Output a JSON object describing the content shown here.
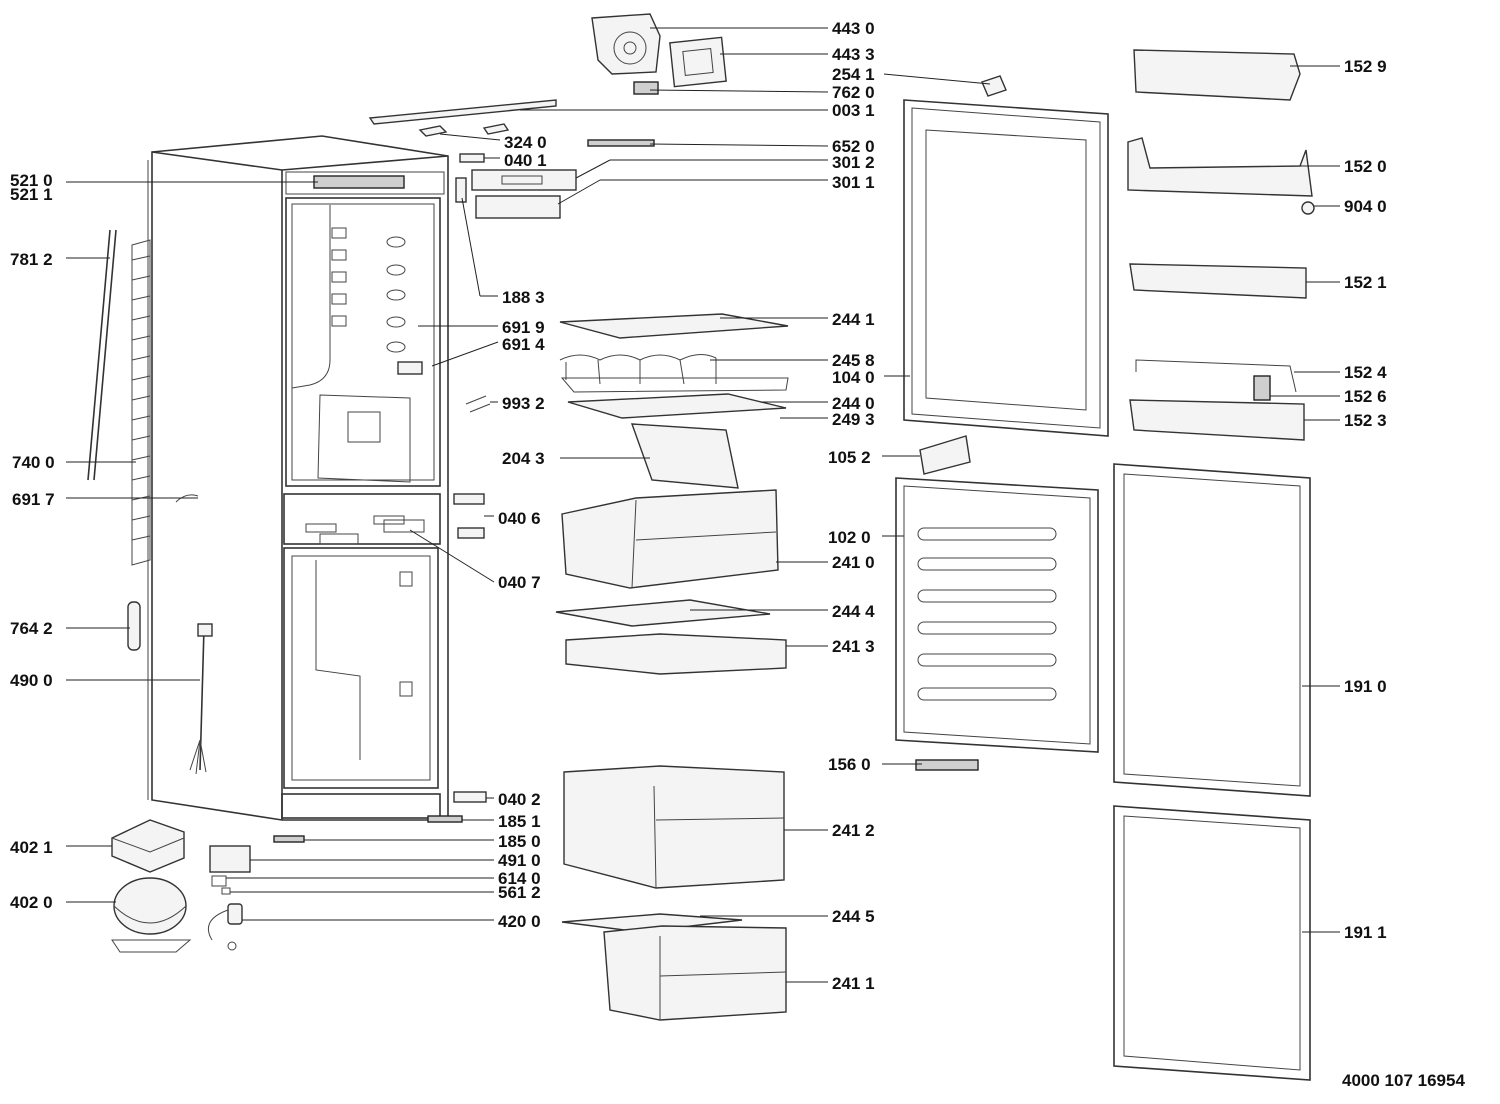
{
  "document_number": "4000 107 16954",
  "callouts": [
    {
      "id": "c4430",
      "text": "443 0"
    },
    {
      "id": "c4433",
      "text": "443 3"
    },
    {
      "id": "c2541",
      "text": "254 1"
    },
    {
      "id": "c7620",
      "text": "762 0"
    },
    {
      "id": "c0031",
      "text": "003 1"
    },
    {
      "id": "c3240",
      "text": "324 0"
    },
    {
      "id": "c6520",
      "text": "652 0"
    },
    {
      "id": "c0401",
      "text": "040 1"
    },
    {
      "id": "c3012",
      "text": "301 2"
    },
    {
      "id": "c3011",
      "text": "301 1"
    },
    {
      "id": "c5210",
      "text": "521 0"
    },
    {
      "id": "c5211",
      "text": "521 1"
    },
    {
      "id": "c7812",
      "text": "781 2"
    },
    {
      "id": "c1883",
      "text": "188 3"
    },
    {
      "id": "c6919",
      "text": "691 9"
    },
    {
      "id": "c6914",
      "text": "691 4"
    },
    {
      "id": "c2441",
      "text": "244 1"
    },
    {
      "id": "c2458",
      "text": "245 8"
    },
    {
      "id": "c1040",
      "text": "104 0"
    },
    {
      "id": "c9932",
      "text": "993 2"
    },
    {
      "id": "c2440",
      "text": "244 0"
    },
    {
      "id": "c2493",
      "text": "249 3"
    },
    {
      "id": "c7400",
      "text": "740 0"
    },
    {
      "id": "c2043",
      "text": "204 3"
    },
    {
      "id": "c1052",
      "text": "105 2"
    },
    {
      "id": "c6917",
      "text": "691 7"
    },
    {
      "id": "c0406",
      "text": "040 6"
    },
    {
      "id": "c1020",
      "text": "102 0"
    },
    {
      "id": "c2410",
      "text": "241 0"
    },
    {
      "id": "c0407",
      "text": "040 7"
    },
    {
      "id": "c2444",
      "text": "244 4"
    },
    {
      "id": "c7642",
      "text": "764 2"
    },
    {
      "id": "c2413",
      "text": "241 3"
    },
    {
      "id": "c4900",
      "text": "490 0"
    },
    {
      "id": "c1560",
      "text": "156 0"
    },
    {
      "id": "c0402",
      "text": "040 2"
    },
    {
      "id": "c1851",
      "text": "185 1"
    },
    {
      "id": "c2412",
      "text": "241 2"
    },
    {
      "id": "c1850",
      "text": "185 0"
    },
    {
      "id": "c4021",
      "text": "402 1"
    },
    {
      "id": "c4910",
      "text": "491 0"
    },
    {
      "id": "c6140",
      "text": "614 0"
    },
    {
      "id": "c5612",
      "text": "561 2"
    },
    {
      "id": "c4020",
      "text": "402 0"
    },
    {
      "id": "c2445",
      "text": "244 5"
    },
    {
      "id": "c4200",
      "text": "420 0"
    },
    {
      "id": "c2411",
      "text": "241 1"
    },
    {
      "id": "c1529",
      "text": "152 9"
    },
    {
      "id": "c1520",
      "text": "152 0"
    },
    {
      "id": "c9040",
      "text": "904 0"
    },
    {
      "id": "c1521",
      "text": "152 1"
    },
    {
      "id": "c1524",
      "text": "152 4"
    },
    {
      "id": "c1526",
      "text": "152 6"
    },
    {
      "id": "c1523",
      "text": "152 3"
    },
    {
      "id": "c1910",
      "text": "191 0"
    },
    {
      "id": "c1911",
      "text": "191 1"
    }
  ]
}
